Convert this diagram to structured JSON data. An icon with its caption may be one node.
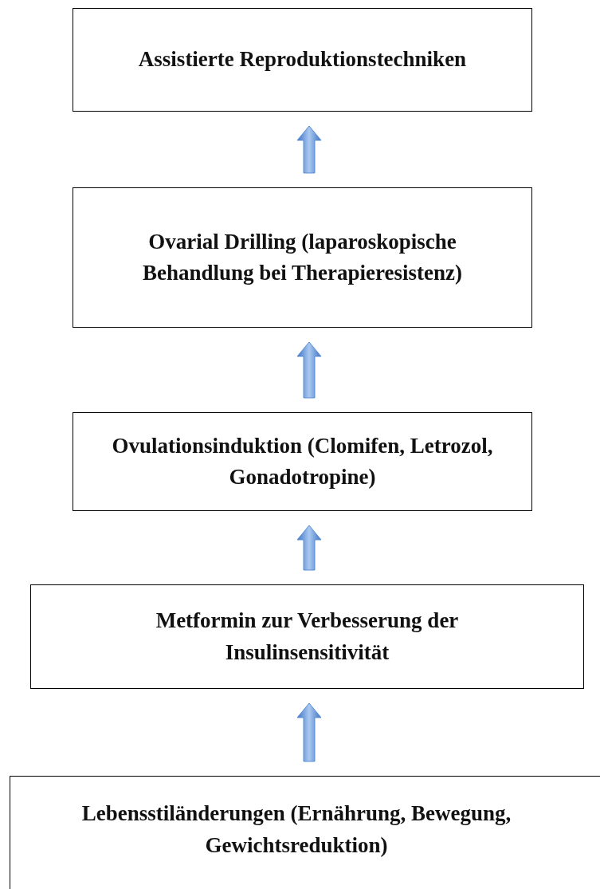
{
  "diagram": {
    "nodes": [
      {
        "text": [
          "Assistierte Reproduktionstechniken"
        ]
      },
      {
        "text": [
          "Ovarial Drilling (laparoskopische Behandlung bei Therapieresistenz)"
        ]
      },
      {
        "text": [
          "Ovulationsinduktion (Clomifen, Letrozol, Gonadotropine)"
        ]
      },
      {
        "text": [
          "Metformin zur Verbesserung der Insulinsensitivität"
        ]
      },
      {
        "text": [
          "Lebensstiländerungen (Ernährung, Bewegung, Gewichtsreduktion)"
        ]
      }
    ],
    "edges": [
      {
        "from": 1,
        "to": 0,
        "arrow": "to"
      },
      {
        "from": 2,
        "to": 1,
        "arrow": "to"
      },
      {
        "from": 3,
        "to": 2,
        "arrow": "to"
      },
      {
        "from": 4,
        "to": 3,
        "arrow": "to"
      }
    ]
  }
}
